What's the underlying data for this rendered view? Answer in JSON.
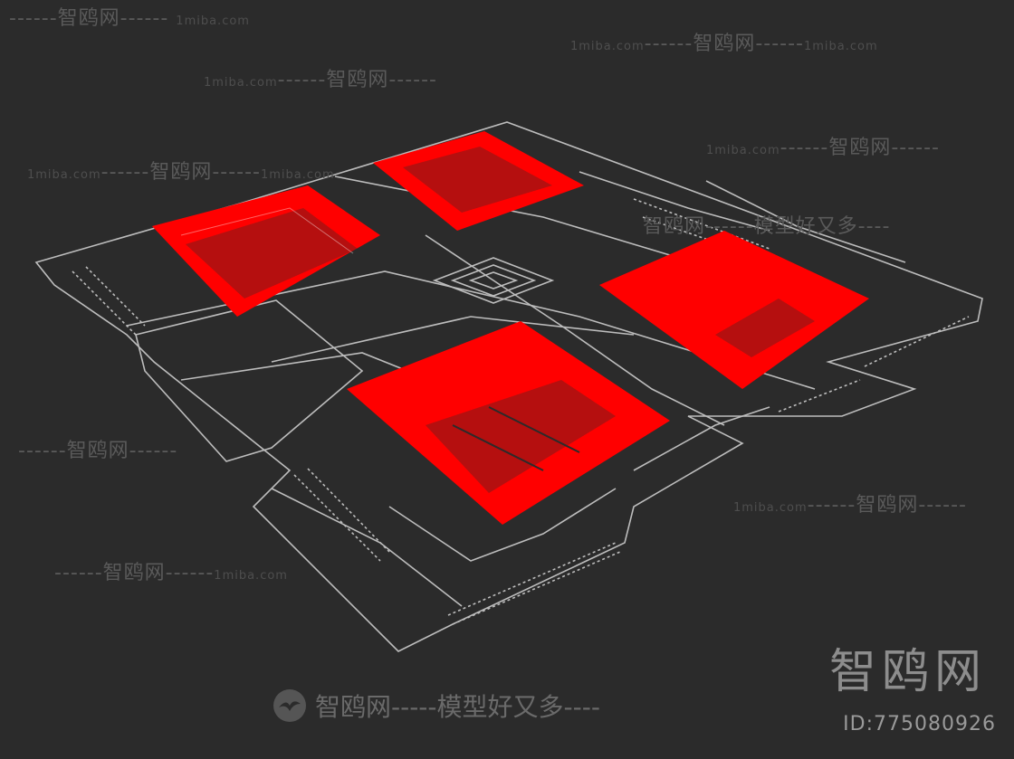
{
  "watermarks": {
    "site": "智鸥网",
    "domain": "1miba.com",
    "dash_left": "------",
    "dash_right": "------",
    "slogan": "模型好又多----",
    "bottom_tag": "智鸥网-----模型好又多----"
  },
  "brand": {
    "name": "智鸥网",
    "id": "ID:775080926"
  },
  "colors": {
    "background": "#2b2b2b",
    "wireframe": "#cfcfcf",
    "building": "#ff0000"
  }
}
